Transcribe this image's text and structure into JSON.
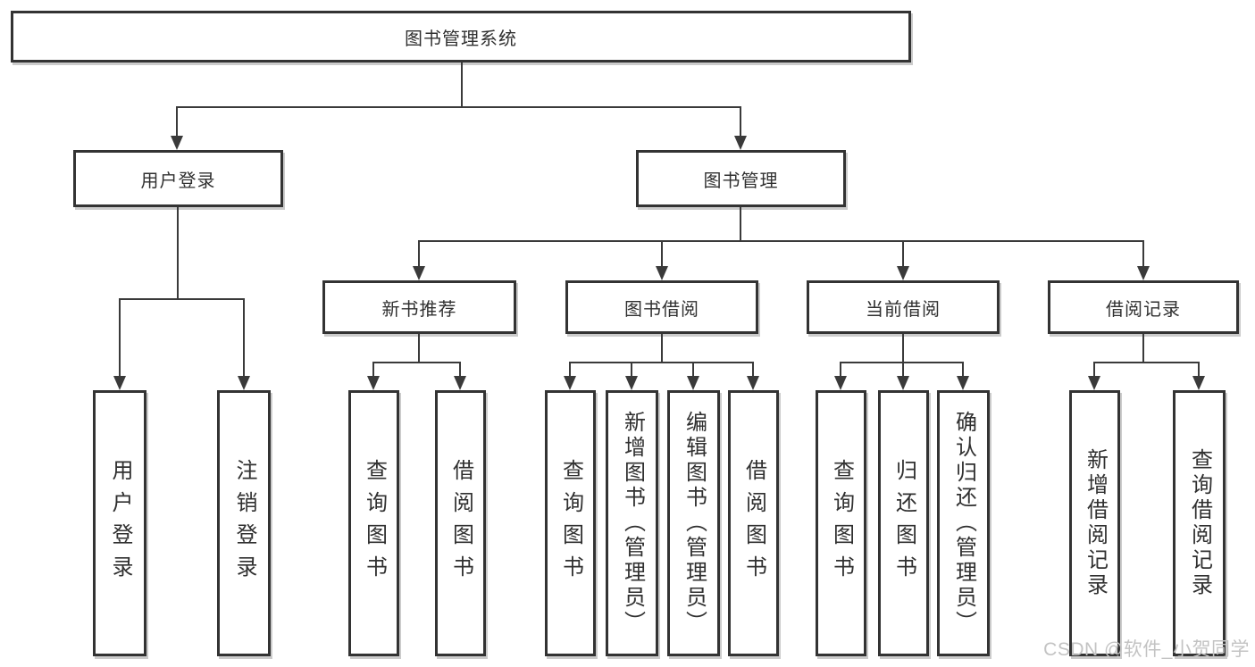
{
  "diagram": {
    "tree": {
      "root": "图书管理系统",
      "branches": [
        {
          "label": "用户登录",
          "leaves": [
            "用户登录",
            "注销登录"
          ]
        },
        {
          "label": "图书管理",
          "groups": [
            {
              "label": "新书推荐",
              "leaves": [
                "查询图书",
                "借阅图书"
              ]
            },
            {
              "label": "图书借阅",
              "leaves": [
                "查询图书",
                "新增图书（管理员）",
                "编辑图书（管理员）",
                "借阅图书"
              ]
            },
            {
              "label": "当前借阅",
              "leaves": [
                "查询图书",
                "归还图书",
                "确认归还（管理员）"
              ]
            },
            {
              "label": "借阅记录",
              "leaves": [
                "新增借阅记录",
                "查询借阅记录"
              ]
            }
          ]
        }
      ]
    },
    "colors": {
      "line": "#3a3a3a",
      "border": "#333333",
      "text": "#303030",
      "watermark": "#c3c3c3"
    },
    "watermark": "CSDN @软件_小贺同学"
  }
}
